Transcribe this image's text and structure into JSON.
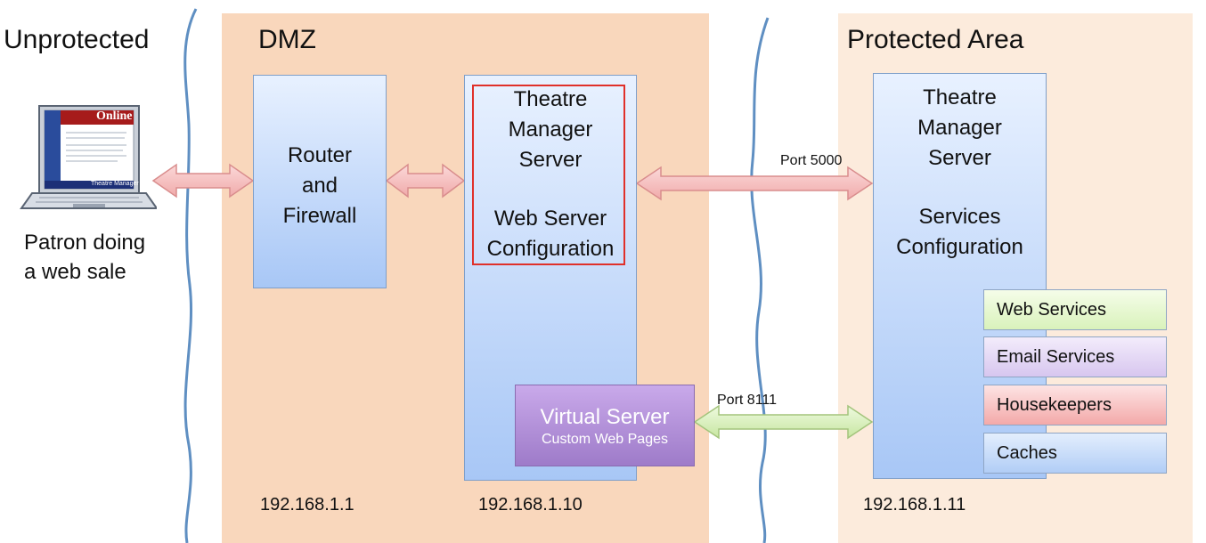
{
  "zones": {
    "unprotected": "Unprotected",
    "dmz": "DMZ",
    "protected": "Protected Area"
  },
  "patron": {
    "line1": "Patron doing",
    "line2": "a web sale",
    "screen_brand": "Online",
    "screen_footer": "Theatre Manager"
  },
  "router": {
    "line1": "Router",
    "line2": "and",
    "line3": "Firewall"
  },
  "tm_web": {
    "line1": "Theatre",
    "line2": "Manager",
    "line3": "Server",
    "line4": "Web Server",
    "line5": "Configuration"
  },
  "virtual": {
    "title": "Virtual Server",
    "subtitle": "Custom Web Pages"
  },
  "tm_services": {
    "line1": "Theatre",
    "line2": "Manager",
    "line3": "Server",
    "line4": "Services",
    "line5": "Configuration"
  },
  "services": [
    "Web Services",
    "Email Services",
    "Housekeepers",
    "Caches"
  ],
  "ports": {
    "p5000": "Port 5000",
    "p8111": "Port 8111"
  },
  "ips": {
    "router": "192.168.1.1",
    "tm_web": "192.168.1.10",
    "tm_services": "192.168.1.11"
  },
  "colors": {
    "dmz_bg": "#f9d7bc",
    "protected_bg": "#fcebdc",
    "boundary": "#5f8fc2",
    "highlight": "#e0302a",
    "arrow_pink": "#f5c0c0",
    "arrow_green": "#d9f2b8",
    "virtual": "#a983cf"
  }
}
